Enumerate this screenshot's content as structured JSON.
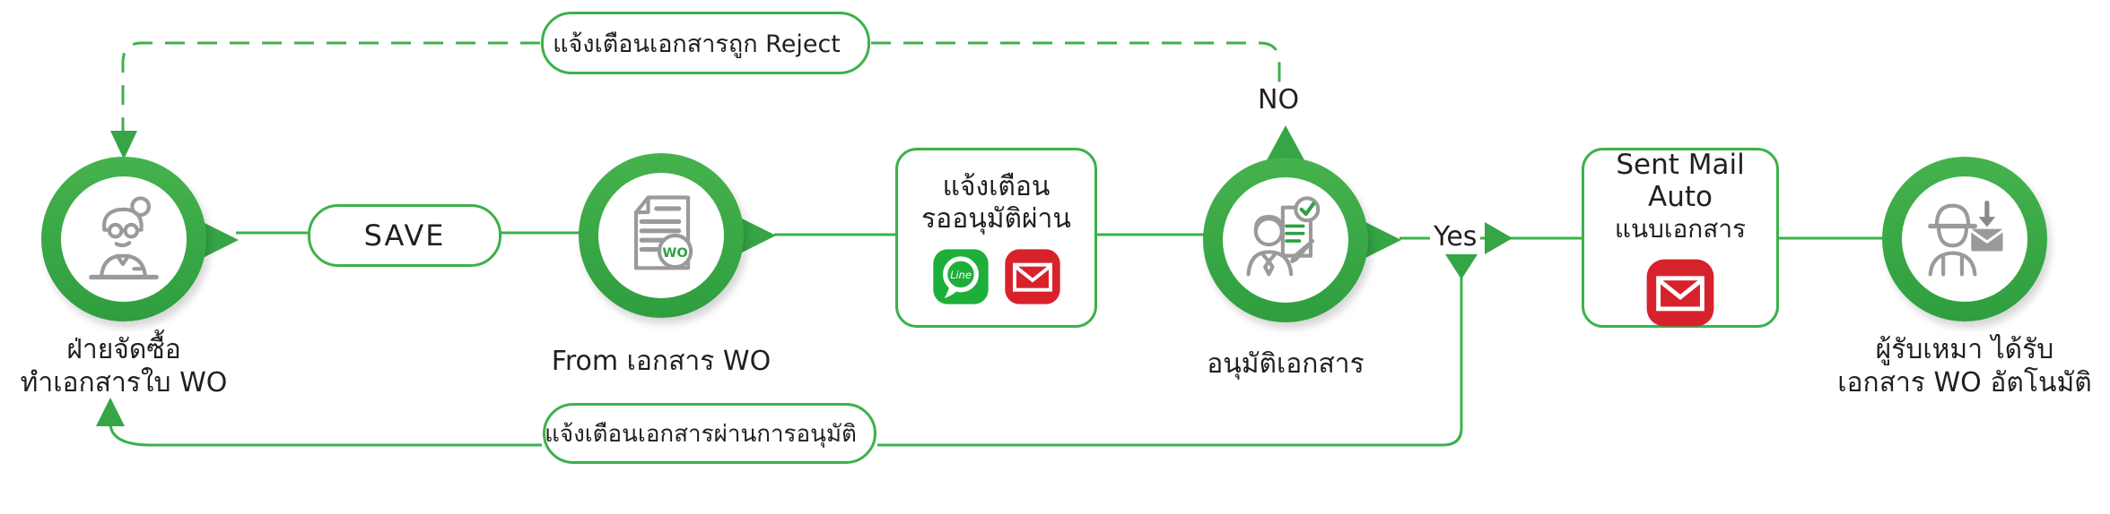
{
  "palette": {
    "wire_green": "#3cb14b",
    "ring_green_top": "#45b24d",
    "ring_green_bottom": "#2f9e3f",
    "line_app_green": "#1daf39",
    "mail_red": "#d7222b",
    "text_black": "#231f20",
    "icon_gray": "#9a9a9a"
  },
  "nodes": {
    "purchasing": {
      "label_line1": "ฝ่ายจัดซื้อ",
      "label_line2": "ทำเอกสารใบ WO"
    },
    "save_pill": {
      "label": "SAVE"
    },
    "wo_form": {
      "label": "From เอกสาร WO",
      "badge": "WO"
    },
    "notify_pending": {
      "line1": "แจ้งเตือน",
      "line2": "รออนุมัติผ่าน"
    },
    "approve": {
      "label": "อนุมัติเอกสาร"
    },
    "sent_mail": {
      "line1": "Sent Mail Auto",
      "line2": "แนบเอกสาร"
    },
    "contractor": {
      "label_line1": "ผู้รับเหมา ได้รับ",
      "label_line2": "เอกสาร WO อัตโนมัติ"
    }
  },
  "branches": {
    "no": "NO",
    "yes": "Yes"
  },
  "callouts": {
    "reject": {
      "label": "แจ้งเตือนเอกสารถูก Reject"
    },
    "approved": {
      "label": "แจ้งเตือนเอกสารผ่านการอนุมัติ"
    }
  },
  "icons": {
    "line_label": "Line"
  }
}
